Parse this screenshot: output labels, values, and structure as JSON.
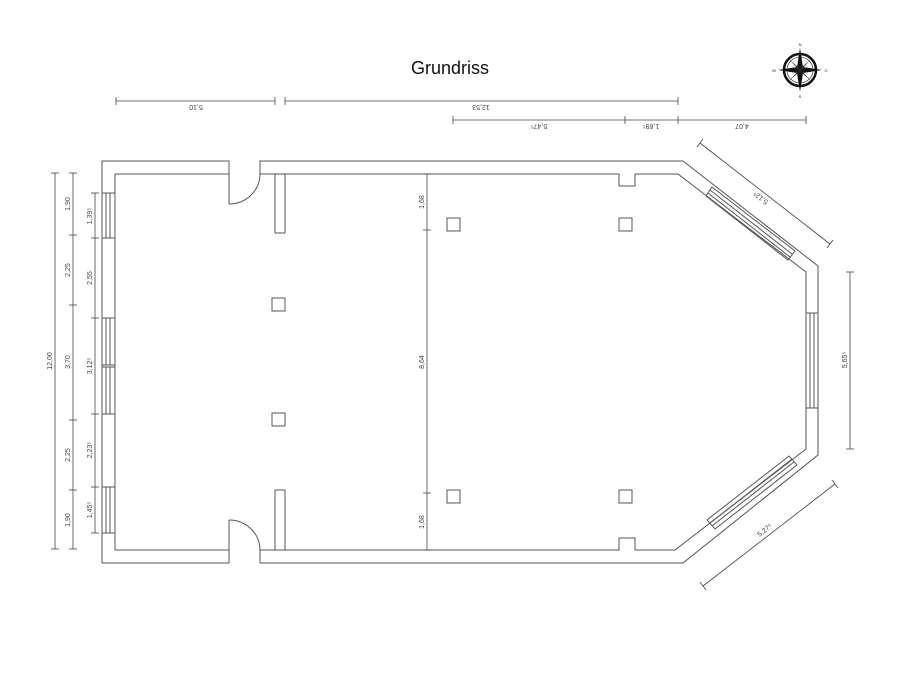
{
  "title": "Grundriss",
  "compass": {
    "icon": "compass-rose-icon",
    "n": "N",
    "s": "S",
    "e": "O",
    "w": "W"
  },
  "dimensions": {
    "top": [
      "5,10",
      "12,53"
    ],
    "top2": [
      "5,47⁵",
      "1,69⁵",
      "4,07"
    ],
    "left_total": "12,00",
    "left_mid": [
      "1,90",
      "2,25",
      "3,70",
      "2,25",
      "1,90"
    ],
    "left_inner": [
      "1,39⁵",
      "2,55",
      "3,12⁵",
      "2,23⁵",
      "1,45⁵"
    ],
    "interior": [
      "1,68",
      "8,64",
      "1,68"
    ],
    "diag_top": "5,12⁵",
    "right": "5,65⁵",
    "diag_bottom": "5,27⁵"
  }
}
